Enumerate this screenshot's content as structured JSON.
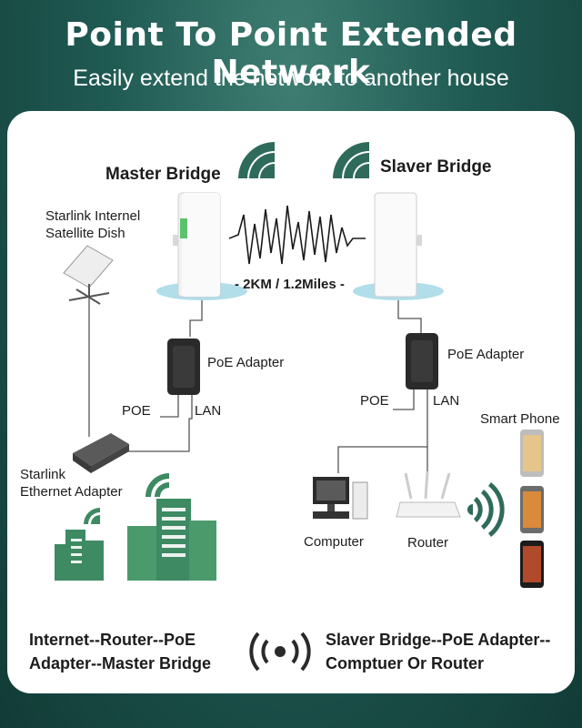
{
  "header": {
    "title": "Point To Point Extended Network",
    "subtitle": "Easily extend the network to another house"
  },
  "diagram": {
    "master_bridge": "Master Bridge",
    "slaver_bridge": "Slaver Bridge",
    "distance": "- 2KM / 1.2Miles -",
    "starlink_dish": "Starlink Internel\nSatellite Dish",
    "poe_adapter_left": "PoE Adapter",
    "poe_adapter_right": "PoE Adapter",
    "poe_left": "POE",
    "lan_left": "LAN",
    "poe_right": "POE",
    "lan_right": "LAN",
    "starlink_adapter": "Starlink\nEthernet Adapter",
    "smart_phone": "Smart Phone",
    "computer": "Computer",
    "router": "Router"
  },
  "footer": {
    "left_text": "Internet--Router--PoE\nAdapter--Master Bridge",
    "right_text": "Slaver Bridge--PoE Adapter--\nComptuer Or Router"
  },
  "colors": {
    "background": "#1f5a52",
    "accent_green": "#2d6a57",
    "building_green": "#3e8a64",
    "panel": "#ffffff"
  }
}
